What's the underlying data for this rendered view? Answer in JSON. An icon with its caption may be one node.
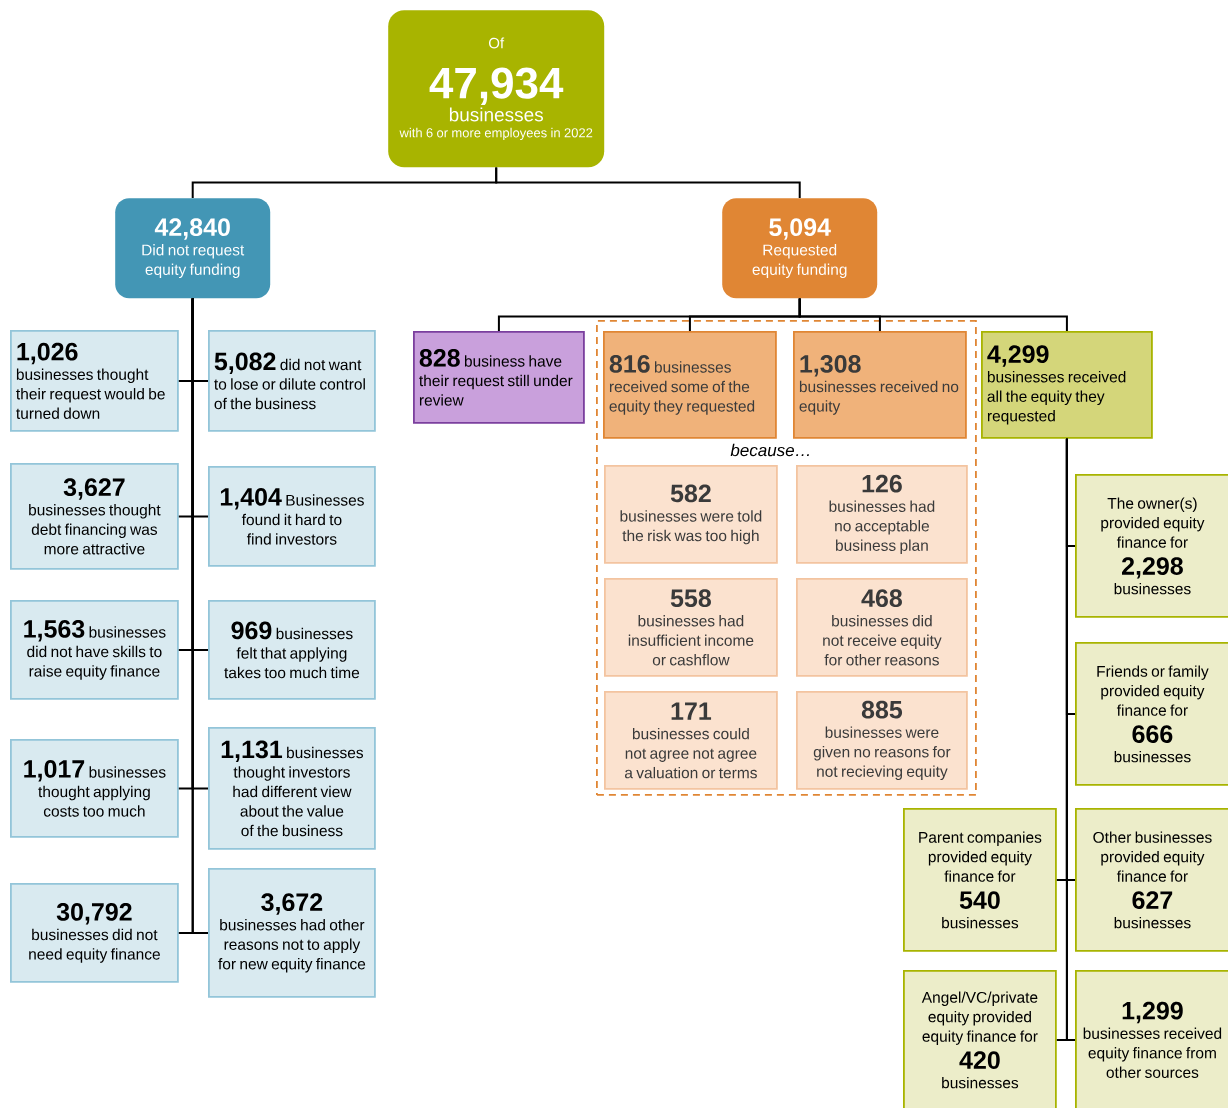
{
  "diagram": {
    "nodes": [
      {
        "text": [
          "Of",
          "47,934",
          "businesses",
          "with 6 or more employees in 2022"
        ]
      },
      {
        "text": [
          "42,840",
          "Did not request equity funding"
        ]
      },
      {
        "text": [
          "5,094",
          "Requested equity funding"
        ]
      },
      {
        "text": [
          "1,026",
          "businesses thought their request would be turned down"
        ]
      },
      {
        "text": [
          "5,082",
          "did not want to lose or dilute control of the business"
        ]
      },
      {
        "text": [
          "3,627",
          "businesses thought debt financing was more attractive"
        ]
      },
      {
        "text": [
          "1,404",
          "Businesses found it hard to find investors"
        ]
      },
      {
        "text": [
          "1,563",
          "businesses did not have skills to raise equity finance"
        ]
      },
      {
        "text": [
          "969",
          "businesses felt that applying takes too much time"
        ]
      },
      {
        "text": [
          "1,017",
          "businesses thought applying costs too much"
        ]
      },
      {
        "text": [
          "1,131",
          "businesses thought investors had different view about the value of the business"
        ]
      },
      {
        "text": [
          "30,792",
          "businesses did not need equity finance"
        ]
      },
      {
        "text": [
          "3,672",
          "businesses had other reasons not to apply for new equity finance"
        ]
      },
      {
        "text": [
          "828",
          "business have their request still under review"
        ]
      },
      {
        "text": [
          "because…"
        ]
      },
      {
        "text": [
          "816",
          "businesses received some of the equity they requested"
        ],
        "in": 14
      },
      {
        "text": [
          "1,308",
          "businesses received no equity"
        ],
        "in": 14
      },
      {
        "text": [
          "4,299",
          "businesses received all the equity they requested"
        ]
      },
      {
        "text": [
          "582",
          "businesses were told the risk was too high"
        ],
        "in": 14
      },
      {
        "text": [
          "126",
          "businesses had no acceptable business plan"
        ],
        "in": 14
      },
      {
        "text": [
          "558",
          "businesses had insufficient income or cashflow"
        ],
        "in": 14
      },
      {
        "text": [
          "468",
          "businesses did not receive equity for other reasons"
        ],
        "in": 14
      },
      {
        "text": [
          "171",
          "businesses could not agree not agree a valuation or terms"
        ],
        "in": 14
      },
      {
        "text": [
          "885",
          "businesses were given no reasons for not recieving equity"
        ],
        "in": 14
      },
      {
        "text": [
          "The owner(s) provided equity finance for",
          "2,298",
          "businesses"
        ]
      },
      {
        "text": [
          "Friends or family provided equity finance for",
          "666",
          "businesses"
        ]
      },
      {
        "text": [
          "Parent companies provided equity finance for",
          "540",
          "businesses"
        ]
      },
      {
        "text": [
          "Other businesses provided equity finance for",
          "627",
          "businesses"
        ]
      },
      {
        "text": [
          "Angel/VC/private equity provided equity finance for",
          "420",
          "businesses"
        ]
      },
      {
        "text": [
          "1,299",
          "businesses received equity finance from other sources"
        ]
      }
    ],
    "edges": [
      {
        "from": 0,
        "to": 1,
        "arrow": "none"
      },
      {
        "from": 0,
        "to": 2,
        "arrow": "none"
      },
      {
        "from": 1,
        "to": 3,
        "arrow": "none"
      },
      {
        "from": 1,
        "to": 4,
        "arrow": "none"
      },
      {
        "from": 1,
        "to": 5,
        "arrow": "none"
      },
      {
        "from": 1,
        "to": 6,
        "arrow": "none"
      },
      {
        "from": 1,
        "to": 7,
        "arrow": "none"
      },
      {
        "from": 1,
        "to": 8,
        "arrow": "none"
      },
      {
        "from": 1,
        "to": 9,
        "arrow": "none"
      },
      {
        "from": 1,
        "to": 10,
        "arrow": "none"
      },
      {
        "from": 1,
        "to": 11,
        "arrow": "none"
      },
      {
        "from": 1,
        "to": 12,
        "arrow": "none"
      },
      {
        "from": 2,
        "to": 13,
        "arrow": "none"
      },
      {
        "from": 2,
        "to": 15,
        "arrow": "none"
      },
      {
        "from": 2,
        "to": 16,
        "arrow": "none"
      },
      {
        "from": 2,
        "to": 17,
        "arrow": "none"
      },
      {
        "from": 17,
        "to": 24,
        "arrow": "none"
      },
      {
        "from": 17,
        "to": 25,
        "arrow": "none"
      },
      {
        "from": 17,
        "to": 26,
        "arrow": "none"
      },
      {
        "from": 17,
        "to": 27,
        "arrow": "none"
      },
      {
        "from": 17,
        "to": 28,
        "arrow": "none"
      },
      {
        "from": 17,
        "to": 29,
        "arrow": "none"
      }
    ]
  }
}
